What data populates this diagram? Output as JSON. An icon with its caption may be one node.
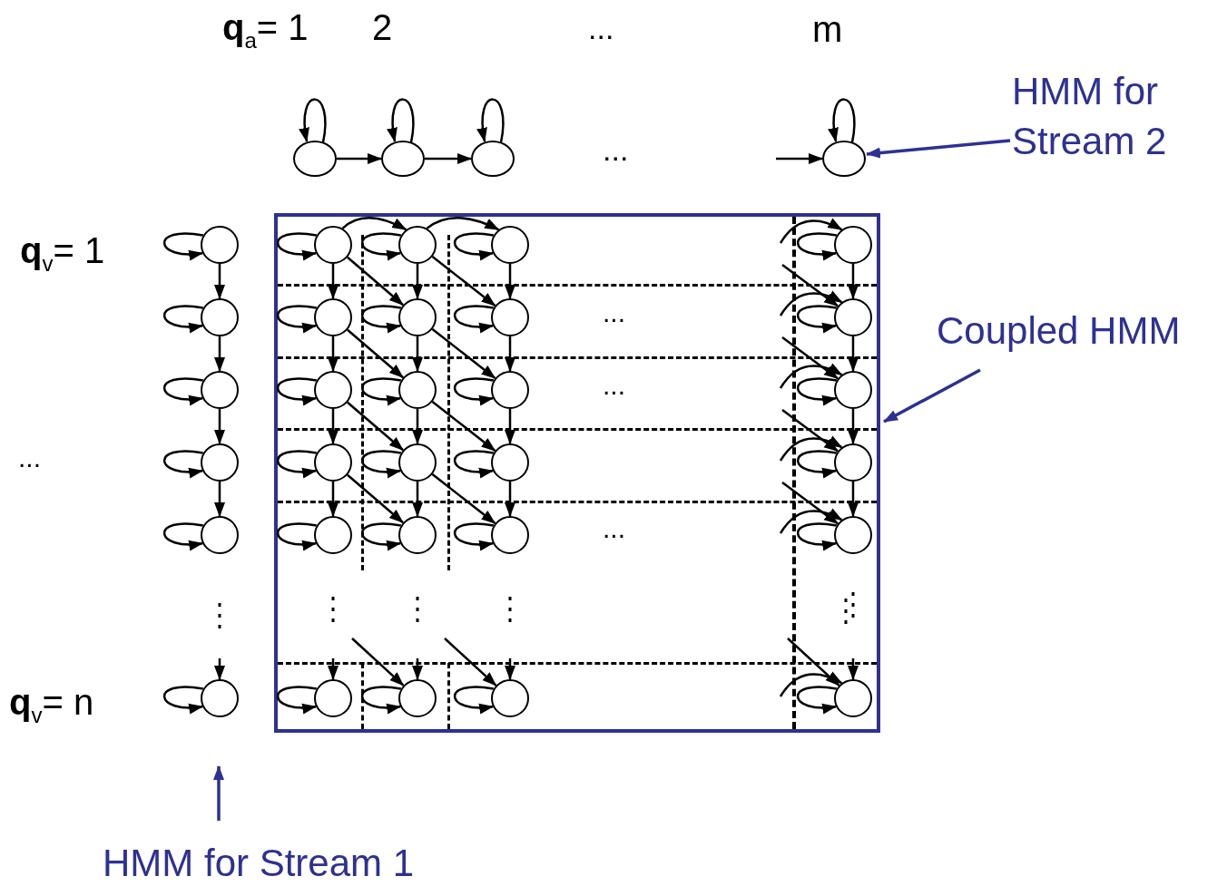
{
  "diagram": {
    "nodes": [
      {
        "text": [],
        "shape": "circle"
      },
      {
        "text": [],
        "shape": "circle"
      },
      {
        "text": [],
        "shape": "circle"
      },
      {
        "text": [],
        "shape": "circle"
      },
      {
        "text": [
          "HMM for Stream 2"
        ]
      },
      {
        "text": [],
        "shape": "box"
      },
      {
        "text": [
          "Coupled HMM"
        ]
      },
      {
        "text": [],
        "shape": "circle"
      },
      {
        "text": [],
        "shape": "circle"
      },
      {
        "text": [],
        "shape": "circle"
      },
      {
        "text": [],
        "shape": "circle"
      },
      {
        "text": [],
        "shape": "circle"
      },
      {
        "text": [],
        "shape": "circle"
      },
      {
        "text": [],
        "shape": "circle",
        "in": 5
      },
      {
        "text": [],
        "shape": "circle",
        "in": 5
      },
      {
        "text": [],
        "shape": "circle",
        "in": 5
      },
      {
        "text": [],
        "shape": "circle",
        "in": 5
      },
      {
        "text": [],
        "shape": "circle",
        "in": 5
      },
      {
        "text": [],
        "shape": "circle",
        "in": 5
      },
      {
        "text": [],
        "shape": "circle",
        "in": 5
      },
      {
        "text": [],
        "shape": "circle",
        "in": 5
      },
      {
        "text": [],
        "shape": "circle",
        "in": 5
      },
      {
        "text": [],
        "shape": "circle",
        "in": 5
      },
      {
        "text": [],
        "shape": "circle",
        "in": 5
      },
      {
        "text": [],
        "shape": "circle",
        "in": 5
      },
      {
        "text": [],
        "shape": "circle",
        "in": 5
      },
      {
        "text": [],
        "shape": "circle",
        "in": 5
      },
      {
        "text": [],
        "shape": "circle",
        "in": 5
      },
      {
        "text": [],
        "shape": "circle",
        "in": 5
      },
      {
        "text": [],
        "shape": "circle",
        "in": 5
      },
      {
        "text": [],
        "shape": "circle",
        "in": 5
      },
      {
        "text": [],
        "shape": "circle",
        "in": 5
      },
      {
        "text": [],
        "shape": "circle",
        "in": 5
      },
      {
        "text": [],
        "shape": "circle",
        "in": 5
      },
      {
        "text": [],
        "shape": "circle",
        "in": 5
      },
      {
        "text": [],
        "shape": "circle",
        "in": 5
      },
      {
        "text": [],
        "shape": "circle",
        "in": 5
      },
      {
        "text": [
          "HMM for Stream 1"
        ]
      }
    ],
    "edges": [
      {
        "from": 0,
        "to": 0,
        "arrow": "to"
      },
      {
        "from": 1,
        "to": 1,
        "arrow": "to"
      },
      {
        "from": 2,
        "to": 2,
        "arrow": "to"
      },
      {
        "from": 3,
        "to": 3,
        "arrow": "to"
      },
      {
        "from": 0,
        "to": 1,
        "arrow": "to"
      },
      {
        "from": 1,
        "to": 2,
        "arrow": "to"
      },
      {
        "from": null,
        "to": 3,
        "arrow": "to"
      },
      {
        "from": 4,
        "to": 3,
        "arrow": "to",
        "color": "#2e3192"
      },
      {
        "from": 7,
        "to": 7,
        "arrow": "to"
      },
      {
        "from": 8,
        "to": 8,
        "arrow": "to"
      },
      {
        "from": 9,
        "to": 9,
        "arrow": "to"
      },
      {
        "from": 10,
        "to": 10,
        "arrow": "to"
      },
      {
        "from": 11,
        "to": 11,
        "arrow": "to"
      },
      {
        "from": 12,
        "to": 12,
        "arrow": "to"
      },
      {
        "from": 7,
        "to": 8,
        "arrow": "to"
      },
      {
        "from": 8,
        "to": 9,
        "arrow": "to"
      },
      {
        "from": 9,
        "to": 10,
        "arrow": "to"
      },
      {
        "from": 10,
        "to": 11,
        "arrow": "to"
      },
      {
        "from": null,
        "to": 12,
        "arrow": "to"
      },
      {
        "from": 37,
        "to": null,
        "arrow": "to",
        "color": "#2e3192"
      },
      {
        "from": 6,
        "to": 5,
        "arrow": "to",
        "color": "#2e3192"
      },
      {
        "from": 13,
        "to": 13,
        "arrow": "to"
      },
      {
        "from": 14,
        "to": 14,
        "arrow": "to"
      },
      {
        "from": 15,
        "to": 15,
        "arrow": "to"
      },
      {
        "from": 16,
        "to": 16,
        "arrow": "to"
      },
      {
        "from": 17,
        "to": 17,
        "arrow": "to"
      },
      {
        "from": 18,
        "to": 18,
        "arrow": "to"
      },
      {
        "from": 19,
        "to": 19,
        "arrow": "to"
      },
      {
        "from": 20,
        "to": 20,
        "arrow": "to"
      },
      {
        "from": 21,
        "to": 21,
        "arrow": "to"
      },
      {
        "from": 22,
        "to": 22,
        "arrow": "to"
      },
      {
        "from": 23,
        "to": 23,
        "arrow": "to"
      },
      {
        "from": 24,
        "to": 24,
        "arrow": "to"
      },
      {
        "from": 25,
        "to": 25,
        "arrow": "to"
      },
      {
        "from": 26,
        "to": 26,
        "arrow": "to"
      },
      {
        "from": 27,
        "to": 27,
        "arrow": "to"
      },
      {
        "from": 28,
        "to": 28,
        "arrow": "to"
      },
      {
        "from": 29,
        "to": 29,
        "arrow": "to"
      },
      {
        "from": 30,
        "to": 30,
        "arrow": "to"
      },
      {
        "from": 31,
        "to": 31,
        "arrow": "to"
      },
      {
        "from": 32,
        "to": 32,
        "arrow": "to"
      },
      {
        "from": 33,
        "to": 33,
        "arrow": "to"
      },
      {
        "from": 34,
        "to": 34,
        "arrow": "to"
      },
      {
        "from": 35,
        "to": 35,
        "arrow": "to"
      },
      {
        "from": 36,
        "to": 36,
        "arrow": "to"
      },
      {
        "from": 13,
        "to": 17,
        "arrow": "to"
      },
      {
        "from": 14,
        "to": 18,
        "arrow": "to"
      },
      {
        "from": 15,
        "to": 19,
        "arrow": "to"
      },
      {
        "from": 16,
        "to": 20,
        "arrow": "to"
      },
      {
        "from": 17,
        "to": 21,
        "arrow": "to"
      },
      {
        "from": 18,
        "to": 22,
        "arrow": "to"
      },
      {
        "from": 19,
        "to": 23,
        "arrow": "to"
      },
      {
        "from": 20,
        "to": 24,
        "arrow": "to"
      },
      {
        "from": 21,
        "to": 25,
        "arrow": "to"
      },
      {
        "from": 22,
        "to": 26,
        "arrow": "to"
      },
      {
        "from": 23,
        "to": 27,
        "arrow": "to"
      },
      {
        "from": 24,
        "to": 28,
        "arrow": "to"
      },
      {
        "from": 25,
        "to": 29,
        "arrow": "to"
      },
      {
        "from": 26,
        "to": 30,
        "arrow": "to"
      },
      {
        "from": 27,
        "to": 31,
        "arrow": "to"
      },
      {
        "from": 28,
        "to": 32,
        "arrow": "to"
      },
      {
        "from": null,
        "to": 33,
        "arrow": "to"
      },
      {
        "from": null,
        "to": 34,
        "arrow": "to"
      },
      {
        "from": null,
        "to": 35,
        "arrow": "to"
      },
      {
        "from": null,
        "to": 36,
        "arrow": "to"
      },
      {
        "from": 13,
        "to": 18,
        "arrow": "to"
      },
      {
        "from": 14,
        "to": 19,
        "arrow": "to"
      },
      {
        "from": 17,
        "to": 22,
        "arrow": "to"
      },
      {
        "from": 18,
        "to": 23,
        "arrow": "to"
      },
      {
        "from": 21,
        "to": 26,
        "arrow": "to"
      },
      {
        "from": 22,
        "to": 27,
        "arrow": "to"
      },
      {
        "from": 25,
        "to": 30,
        "arrow": "to"
      },
      {
        "from": 26,
        "to": 31,
        "arrow": "to"
      },
      {
        "from": null,
        "to": 20,
        "arrow": "to"
      },
      {
        "from": null,
        "to": 24,
        "arrow": "to"
      },
      {
        "from": null,
        "to": 28,
        "arrow": "to"
      },
      {
        "from": null,
        "to": 32,
        "arrow": "to"
      },
      {
        "from": null,
        "to": 34,
        "arrow": "to"
      },
      {
        "from": null,
        "to": 35,
        "arrow": "to"
      },
      {
        "from": null,
        "to": 36,
        "arrow": "to"
      },
      {
        "from": 13,
        "to": 14,
        "arrow": "to"
      },
      {
        "from": 14,
        "to": 15,
        "arrow": "to"
      },
      {
        "from": null,
        "to": 16,
        "arrow": "to"
      },
      {
        "from": null,
        "to": 20,
        "arrow": "to"
      },
      {
        "from": null,
        "to": 24,
        "arrow": "to"
      },
      {
        "from": null,
        "to": 28,
        "arrow": "to"
      },
      {
        "from": null,
        "to": 32,
        "arrow": "to"
      },
      {
        "from": null,
        "to": 36,
        "arrow": "to"
      }
    ],
    "labels": [
      "**q**$_{a}$= 1",
      "2",
      "...",
      "m",
      "...",
      "**q**$_{v}$= 1",
      "...",
      "...",
      "...",
      "...",
      "**q**$_{v}$= n"
    ]
  }
}
